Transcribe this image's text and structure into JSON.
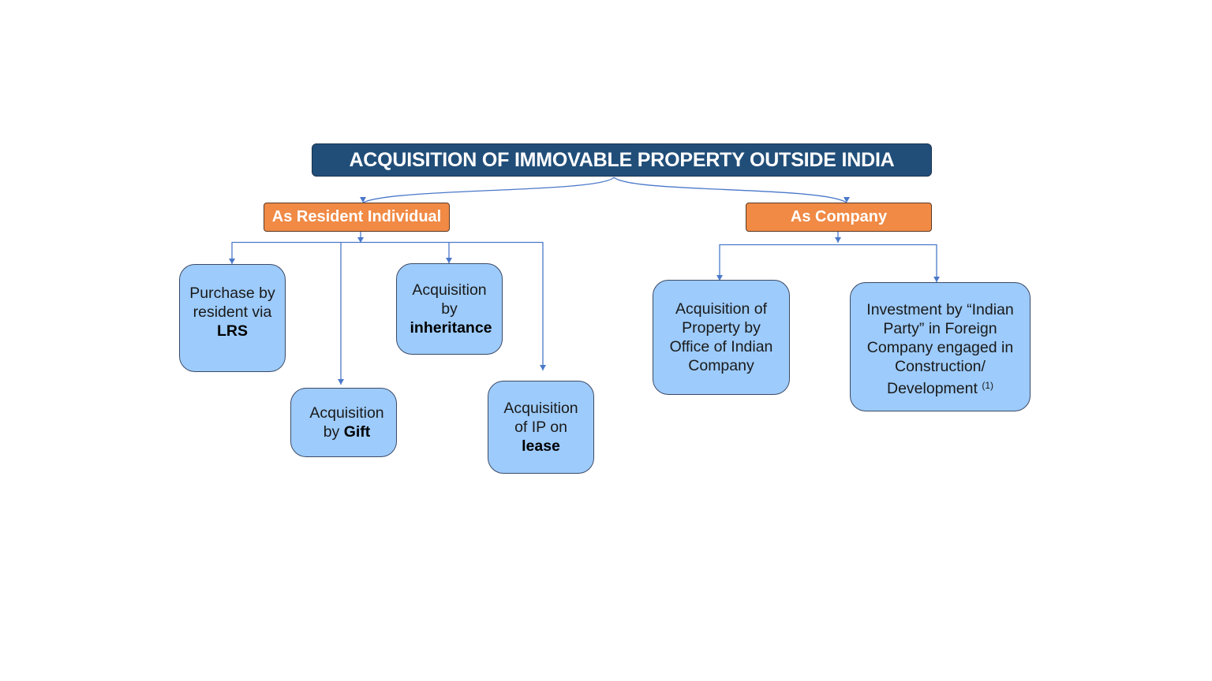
{
  "title": "ACQUISITION OF IMMOVABLE PROPERTY OUTSIDE INDIA",
  "categories": {
    "resident": "As Resident Individual",
    "company": "As Company"
  },
  "resident_nodes": {
    "lrs": {
      "text": "Purchase by resident via",
      "bold": "LRS"
    },
    "gift": {
      "text": "Acquisition by",
      "bold": "Gift"
    },
    "inheritance": {
      "text": "Acquisition by",
      "bold": "inheritance"
    },
    "lease": {
      "text": "Acquisition of IP on",
      "bold": "lease"
    }
  },
  "company_nodes": {
    "office": {
      "text": "Acquisition of Property by Office of Indian Company"
    },
    "investment": {
      "text": "Investment by “Indian Party” in Foreign Company engaged in Construction/ Development",
      "footnote": "(1)"
    }
  },
  "colors": {
    "title_bg": "#214e79",
    "category_bg": "#f08a45",
    "node_bg": "#9dcbfb",
    "connector": "#4a78c9"
  }
}
